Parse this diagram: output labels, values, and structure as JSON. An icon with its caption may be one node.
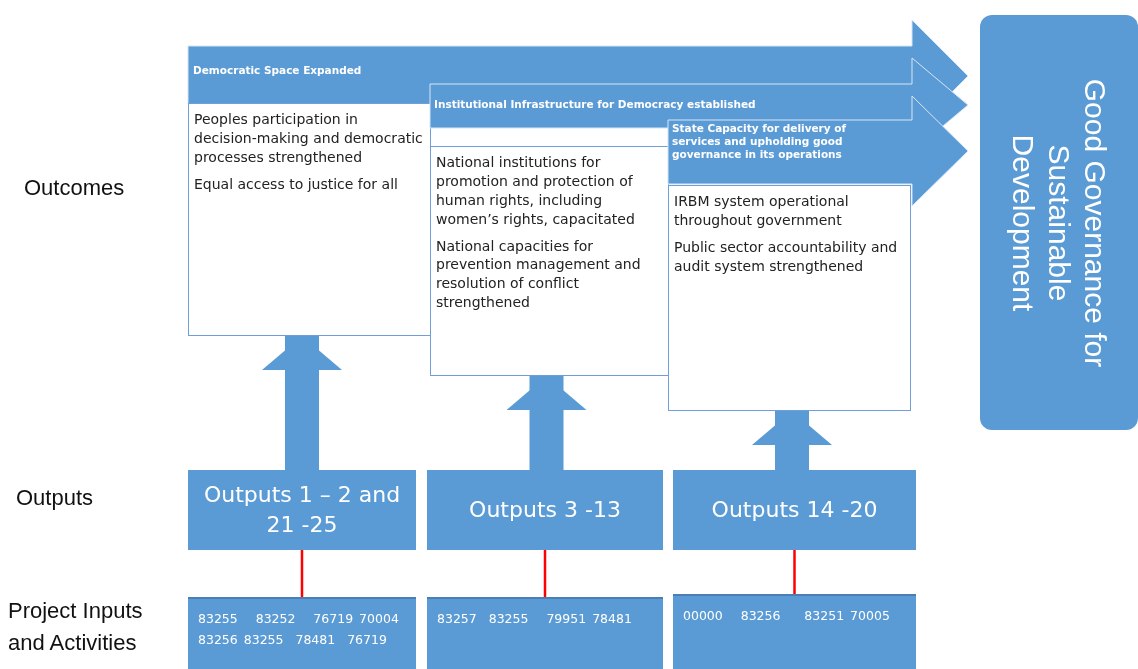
{
  "diagram": {
    "nodes": [
      {
        "text": [
          "Democratic Space Expanded"
        ]
      },
      {
        "text": [
          "Peoples participation in decision-making and democratic processes strengthened",
          "Equal access to justice for all"
        ]
      },
      {
        "text": [
          "Institutional Infrastructure for Democracy established"
        ]
      },
      {
        "text": [
          "National institutions for promotion  and protection of human rights, including women’s rights, capacitated",
          "National capacities for prevention management and resolution of conflict strengthened"
        ]
      },
      {
        "text": [
          "State Capacity for delivery of services and upholding good governance in its operations"
        ]
      },
      {
        "text": [
          "IRBM system operational throughout  government",
          "Public sector accountability and audit system strengthened"
        ]
      },
      {
        "text": [
          "Good Governance for Sustainable Development"
        ]
      },
      {
        "text": [
          "Outputs 1 – 2 and 21 -25"
        ]
      },
      {
        "text": [
          "Outputs 3 -13"
        ]
      },
      {
        "text": [
          "Outputs 14 -20"
        ]
      },
      {
        "text": [
          "83255   83252   76719 70004  83256 83255  78481  76719"
        ]
      },
      {
        "text": [
          "83257  83255   79951 78481"
        ]
      },
      {
        "text": [
          "00000   83256    83251 70005"
        ]
      }
    ],
    "edges": [
      {
        "from": 7,
        "to": 1,
        "arrow": "to",
        "style": "thick"
      },
      {
        "from": 8,
        "to": 3,
        "arrow": "to",
        "style": "thick"
      },
      {
        "from": 9,
        "to": 5,
        "arrow": "to",
        "style": "thick"
      },
      {
        "from": 10,
        "to": 7,
        "arrow": "none",
        "color": "#ff0000"
      },
      {
        "from": 11,
        "to": 8,
        "arrow": "none",
        "color": "#ff0000"
      },
      {
        "from": 12,
        "to": 9,
        "arrow": "none",
        "color": "#ff0000"
      }
    ],
    "labels": [
      "Outcomes",
      "Outputs",
      "Project Inputs and Activities"
    ]
  }
}
